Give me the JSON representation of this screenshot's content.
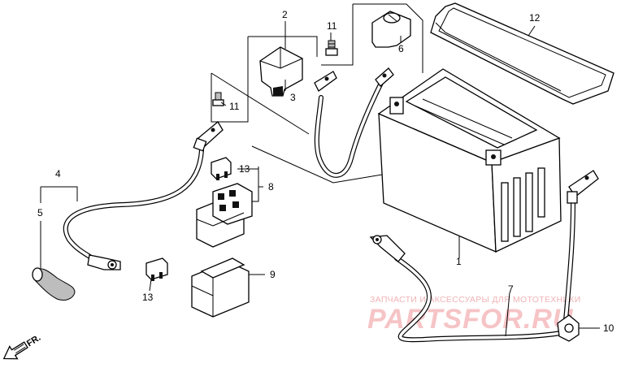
{
  "diagram": {
    "callouts": [
      {
        "id": "1",
        "label": "1"
      },
      {
        "id": "2",
        "label": "2"
      },
      {
        "id": "3",
        "label": "3"
      },
      {
        "id": "4",
        "label": "4"
      },
      {
        "id": "5",
        "label": "5"
      },
      {
        "id": "6",
        "label": "6"
      },
      {
        "id": "7",
        "label": "7"
      },
      {
        "id": "8",
        "label": "8"
      },
      {
        "id": "9",
        "label": "9"
      },
      {
        "id": "10",
        "label": "10"
      },
      {
        "id": "11a",
        "label": "11"
      },
      {
        "id": "11b",
        "label": "11"
      },
      {
        "id": "12",
        "label": "12"
      },
      {
        "id": "13a",
        "label": "13"
      },
      {
        "id": "13b",
        "label": "13"
      }
    ],
    "direction_label": "FR.",
    "watermark": {
      "subtitle": "ЗАПЧАСТИ И АКСЕССУАРЫ ДЛЯ МОТОТЕХНИКИ",
      "brand": "PARTSFOR.RU"
    }
  }
}
